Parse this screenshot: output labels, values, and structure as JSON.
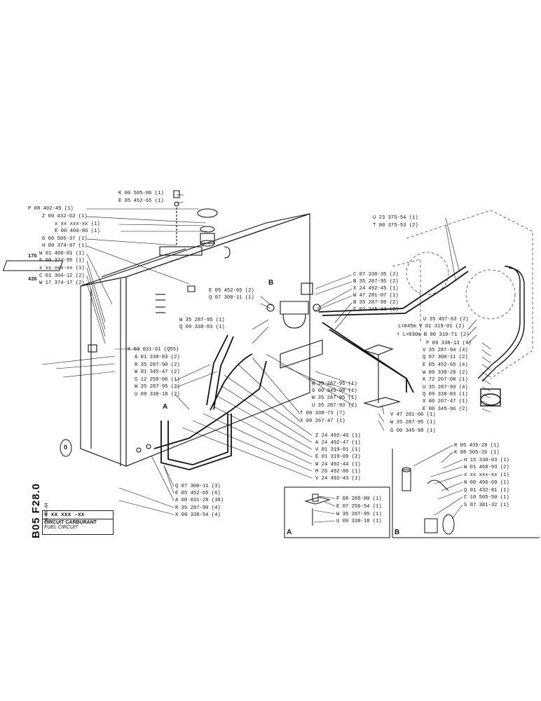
{
  "sheet": {
    "code": "B05 F28.0",
    "date": "18-06-84",
    "ref": "x xx xxx -xx",
    "title_fr": "CIRCUIT CARBURANT",
    "title_en": "FUEL CIRCUIT"
  },
  "callouts": {
    "a_main": "A",
    "b_main": "B",
    "zero": "0",
    "inset_a": "A",
    "inset_b": "B",
    "group_17g": "17G",
    "group_42g": "42G"
  },
  "left_labels": [
    "K 00 505-86 (1)",
    "E 05 452-65 (1)",
    "P 08 402-49 (1)",
    "Z 00 432-62 (1)",
    "x xx xxx-xx (1)",
    "E 00 460-86 (1)",
    "G 00 505-37 (1)",
    "H 00 374-97 (1)",
    "W 01 460-01 (1)",
    "F 00 374-95 (1)",
    "x xx xxx-xx (1)",
    "C 01 304-12 (2)",
    "W 17 374-17 (2)"
  ],
  "mid_labels": [
    "E 05 452-65 (2)",
    "Q 07 300-11 (1)",
    "W 35 287-95 (1)",
    "Q 09 338-83 (1)",
    "K 03 031-61 (Q55)",
    "A 01 338-83 (2)",
    "R 35 287-90 (2)",
    "W 01 345-47 (2)",
    "G 12 259-06 (1)",
    "W 35 287-95 (2)",
    "U 09 338-18 (2)"
  ],
  "bottom_left_labels": [
    "Q 07 300-11 (3)",
    "E 05 452-65 (6)",
    "A 00 031-28 (38)",
    "R 35 287-90 (4)",
    "X 00 338-54 (4)"
  ],
  "filter_labels": [
    "C 07 330-35 (2)",
    "B 35 287-95 (2)",
    "X 24 492-45 (1)",
    "W 47 281-07 (1)",
    "B 35 287-99 (2)",
    "F 02 345-13 (2)"
  ],
  "center_labels": [
    "W 35 287-95 (1)",
    "G 00 345-98 (1)",
    "W 35 287-95 (1)",
    "U 35 287-93 (2)",
    "T 00 338-73 (7)",
    "X 00 267-47 (1)",
    "Z 24 492-46 (1)",
    "A 24 492-47 (1)",
    "V 01 319-01 (1)",
    "E 01 319-09 (2)",
    "W 24 492-44 (1)",
    "M 26 492-86 (1)",
    "V 24 492-43 (1)"
  ],
  "bracket_labels": [
    "V 47 281-06 (1)",
    "W 35 287-95 (1)",
    "G 00 345-98 (1)"
  ],
  "engine_labels": [
    "U 23 375-54 (1)",
    "T 00 375-53 (2)"
  ],
  "right_labels": [
    "U 35 497-63 (2)",
    "L=045m V 01 319-01 (2)",
    "† L=030m B 00 319-71 (2)",
    "P 09 338-13 (4)",
    "V 35 287-94 (4)",
    "Q 07 300-11 (2)",
    "E 05 452-65 (4)",
    "W 09 338-20 (2)",
    "K 72 267-08 (1)",
    "U 35 287-93 (4)",
    "Q 09 338-83 (1)",
    "X 00 267-47 (1)",
    "E 00 345-96 (2)"
  ],
  "inset_a_labels": [
    "F 08 285-80 (1)",
    "E 07 256-54 (1)",
    "W 35 287-95 (1)",
    "U 09 338-18 (1)"
  ],
  "inset_b_labels": [
    "R 05 435-28 (1)",
    "K 08 505-26 (1)",
    "H 15 330-03 (1)",
    "W 01 460-93 (2)",
    "x xx xxx-xx (1)",
    "N 00 496-69 (1)",
    "Q 01 432-81 (1)",
    "C 10 505-50 (1)",
    "S 07 381-32 (1)"
  ]
}
